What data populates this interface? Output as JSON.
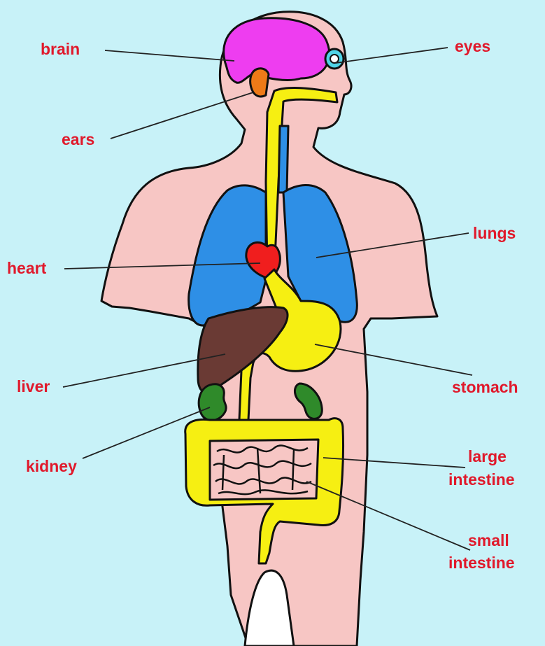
{
  "colors": {
    "background": "#c8f2f8",
    "label": "#e0192b",
    "body": "#f7c6c4",
    "brain": "#ee3df0",
    "eye": "#4fd3e6",
    "ear": "#ee7a18",
    "gut": "#f6ef12",
    "lungs": "#2e8fe6",
    "heart": "#f01e1e",
    "liver": "#6a3a34",
    "kidney": "#2f8a2a"
  },
  "labels": {
    "brain": "brain",
    "eyes": "eyes",
    "ears": "ears",
    "lungs": "lungs",
    "heart": "heart",
    "liver": "liver",
    "stomach": "stomach",
    "kidney": "kidney",
    "large_intestine": [
      "large",
      "intestine"
    ],
    "small_intestine": [
      "small",
      "intestine"
    ]
  }
}
